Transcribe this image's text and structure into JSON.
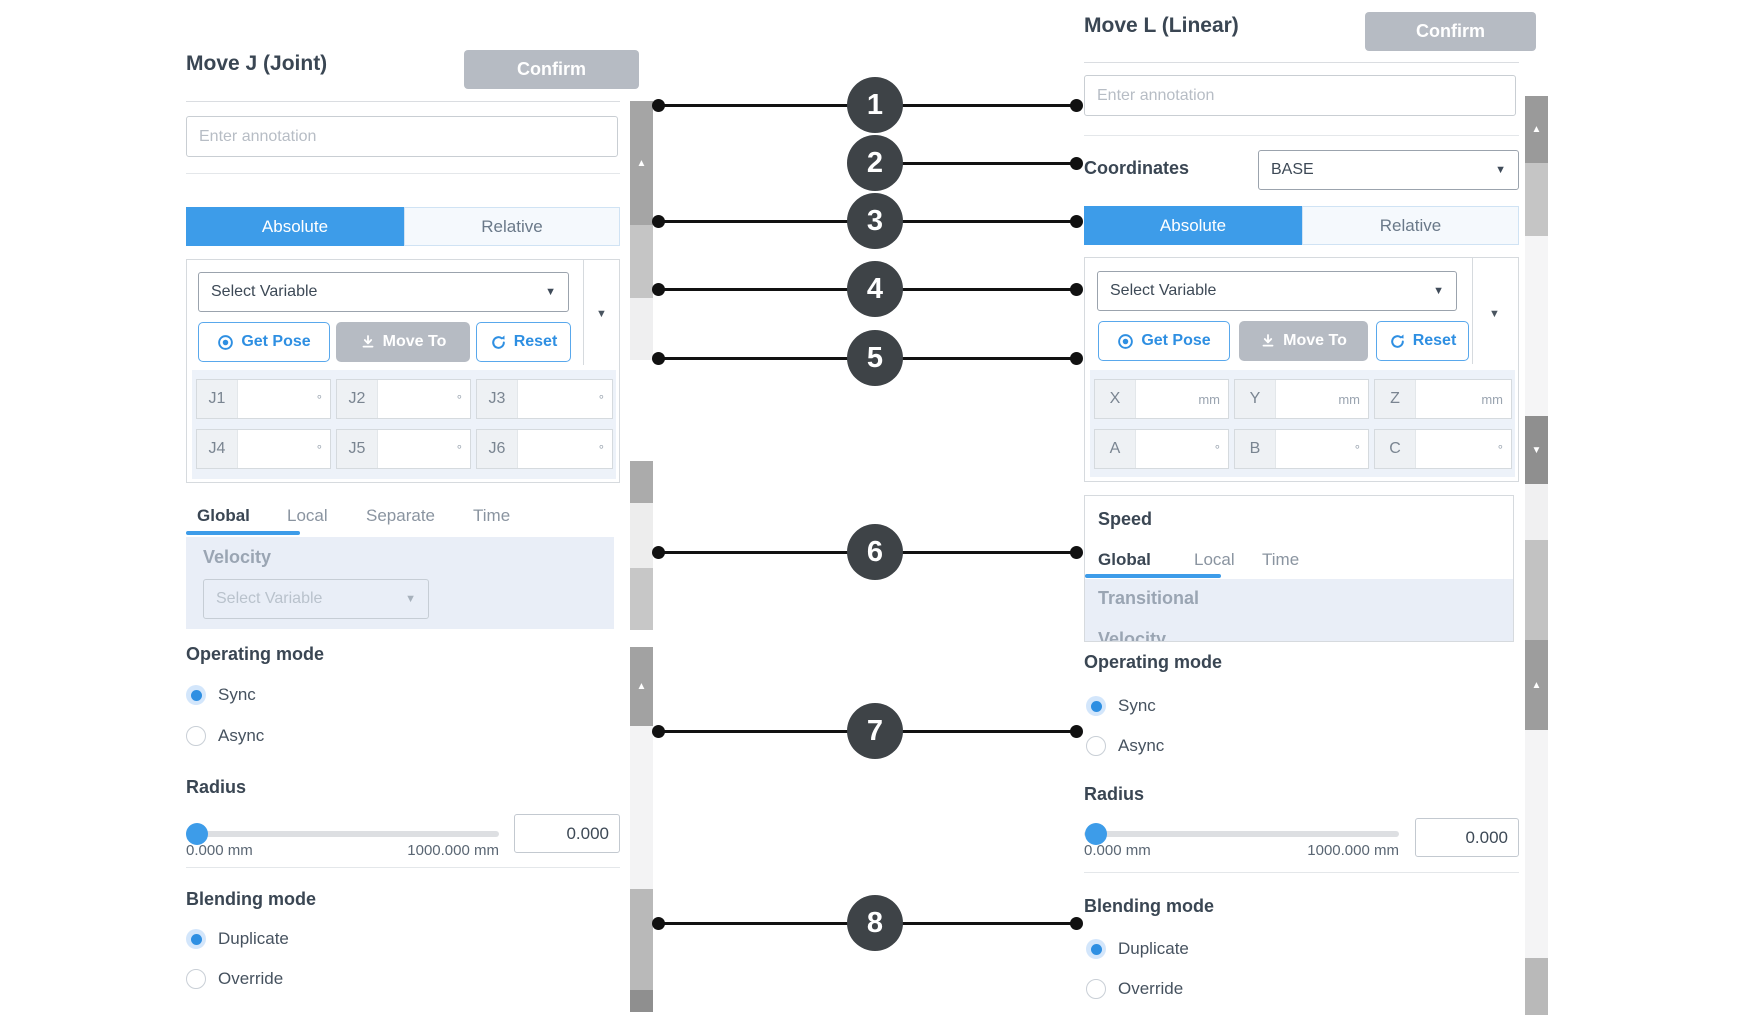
{
  "colors": {
    "accent_blue": "#3d9ce9",
    "button_gray": "#b6bbc3",
    "text_dark": "#3a4653",
    "text_gray": "#8a94a0",
    "disabled_text": "#b9c2cc",
    "callout_circle": "#3e4347"
  },
  "icons": {
    "dropdown_caret": "▼",
    "side_caret": "▼",
    "scroll_up": "▲",
    "scroll_down": "▼",
    "get_pose": "target-icon",
    "move_to": "download-icon",
    "reset": "reset-icon"
  },
  "left_panel": {
    "title": "Move J (Joint)",
    "confirm_label": "Confirm",
    "annotation_placeholder": "Enter annotation",
    "tabs": {
      "absolute": "Absolute",
      "relative": "Relative"
    },
    "pose": {
      "select_placeholder": "Select Variable",
      "get_pose": "Get Pose",
      "move_to": "Move To",
      "reset": "Reset",
      "fields": [
        {
          "label": "J1",
          "unit": "°"
        },
        {
          "label": "J2",
          "unit": "°"
        },
        {
          "label": "J3",
          "unit": "°"
        },
        {
          "label": "J4",
          "unit": "°"
        },
        {
          "label": "J5",
          "unit": "°"
        },
        {
          "label": "J6",
          "unit": "°"
        }
      ]
    },
    "speed_tabs": {
      "t0": "Global",
      "t1": "Local",
      "t2": "Separate",
      "t3": "Time",
      "active": "Global"
    },
    "velocity": {
      "label": "Velocity",
      "select_placeholder": "Select Variable"
    },
    "operating_mode": {
      "label": "Operating mode",
      "sync": "Sync",
      "async": "Async",
      "selected": "Sync"
    },
    "radius": {
      "label": "Radius",
      "min": "0.000 mm",
      "max": "1000.000 mm",
      "value": "0.000"
    },
    "blending_mode": {
      "label": "Blending mode",
      "duplicate": "Duplicate",
      "override": "Override",
      "selected": "Duplicate"
    }
  },
  "right_panel": {
    "title": "Move L (Linear)",
    "confirm_label": "Confirm",
    "annotation_placeholder": "Enter annotation",
    "coordinates": {
      "label": "Coordinates",
      "value": "BASE"
    },
    "tabs": {
      "absolute": "Absolute",
      "relative": "Relative"
    },
    "pose": {
      "select_placeholder": "Select Variable",
      "get_pose": "Get Pose",
      "move_to": "Move To",
      "reset": "Reset",
      "fields": [
        {
          "label": "X",
          "unit": "mm"
        },
        {
          "label": "Y",
          "unit": "mm"
        },
        {
          "label": "Z",
          "unit": "mm"
        },
        {
          "label": "A",
          "unit": "°"
        },
        {
          "label": "B",
          "unit": "°"
        },
        {
          "label": "C",
          "unit": "°"
        }
      ]
    },
    "speed": {
      "label": "Speed",
      "t0": "Global",
      "t1": "Local",
      "t2": "Time",
      "active": "Global",
      "transitional": "Transitional",
      "velocity_clipped": "Velocity"
    },
    "operating_mode": {
      "label": "Operating mode",
      "sync": "Sync",
      "async": "Async",
      "selected": "Sync"
    },
    "radius": {
      "label": "Radius",
      "min": "0.000 mm",
      "max": "1000.000 mm",
      "value": "0.000"
    },
    "blending_mode": {
      "label": "Blending mode",
      "duplicate": "Duplicate",
      "override": "Override",
      "selected": "Duplicate"
    }
  },
  "callouts": {
    "n1": "1",
    "n2": "2",
    "n3": "3",
    "n4": "4",
    "n5": "5",
    "n6": "6",
    "n7": "7",
    "n8": "8"
  }
}
